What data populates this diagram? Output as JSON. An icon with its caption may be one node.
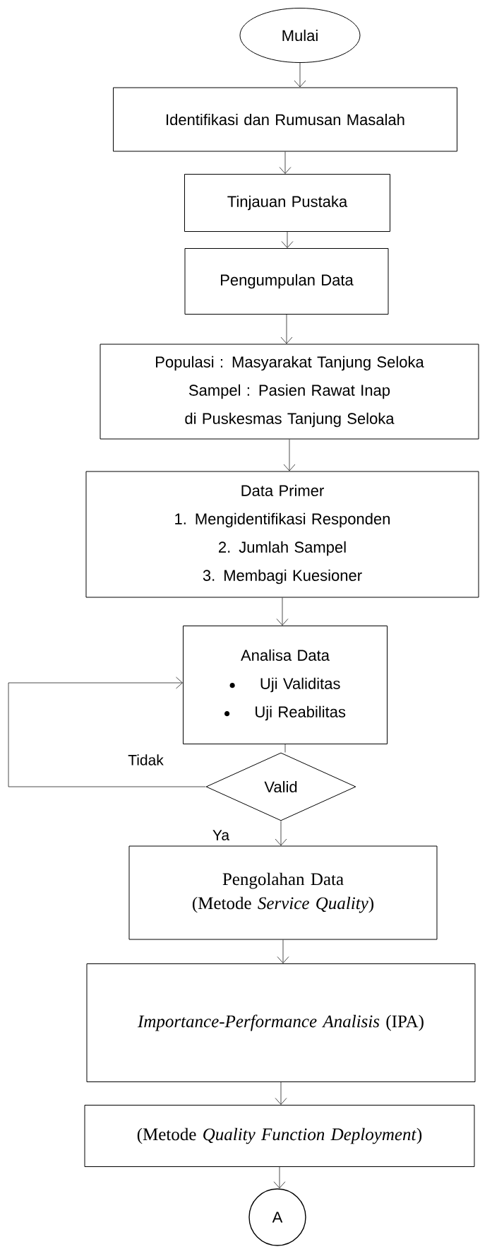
{
  "diagram": {
    "nodes": [
      {
        "text": [
          "Mulai"
        ]
      },
      {
        "text": [
          "Identifikasi dan Rumusan Masalah"
        ]
      },
      {
        "text": [
          "Tinjauan Pustaka"
        ]
      },
      {
        "text": [
          "Pengumpulan Data"
        ]
      },
      {
        "text": [
          "Populasi : Masyarakat Tanjung Seloka",
          "Sampel : Pasien Rawat Inap di Puskesmas Tanjung Seloka"
        ]
      },
      {
        "text": [
          "Data Primer",
          "1. Mengidentifikasi Responden",
          "2. Jumlah Sampel",
          "3. Membagi Kuesioner"
        ]
      },
      {
        "text": [
          "Analisa Data",
          "Uji Validitas",
          "Uji Reabilitas"
        ]
      },
      {
        "text": [
          "Valid"
        ]
      },
      {
        "text": [
          "Pengolahan Data",
          "(Metode *Service Quality*)"
        ]
      },
      {
        "text": [
          "*Importance-Performance Analisis* (IPA)"
        ]
      },
      {
        "text": [
          "(Metode *Quality Function Deployment*)"
        ]
      },
      {
        "text": [
          "A"
        ]
      }
    ],
    "edges": [
      {
        "from": 0,
        "to": 1,
        "arrow": "to"
      },
      {
        "from": 1,
        "to": 2,
        "arrow": "to"
      },
      {
        "from": 2,
        "to": 3,
        "arrow": "to"
      },
      {
        "from": 3,
        "to": 4,
        "arrow": "to"
      },
      {
        "from": 4,
        "to": 5,
        "arrow": "to"
      },
      {
        "from": 5,
        "to": 6,
        "arrow": "to"
      },
      {
        "from": 6,
        "to": 7,
        "arrow": "none"
      },
      {
        "from": 7,
        "to": 8,
        "arrow": "to",
        "label": "Ya"
      },
      {
        "from": 7,
        "to": 6,
        "arrow": "to",
        "label": "Tidak"
      },
      {
        "from": 8,
        "to": 9,
        "arrow": "to"
      },
      {
        "from": 9,
        "to": 10,
        "arrow": "to"
      },
      {
        "from": 10,
        "to": 11,
        "arrow": "to"
      }
    ]
  }
}
